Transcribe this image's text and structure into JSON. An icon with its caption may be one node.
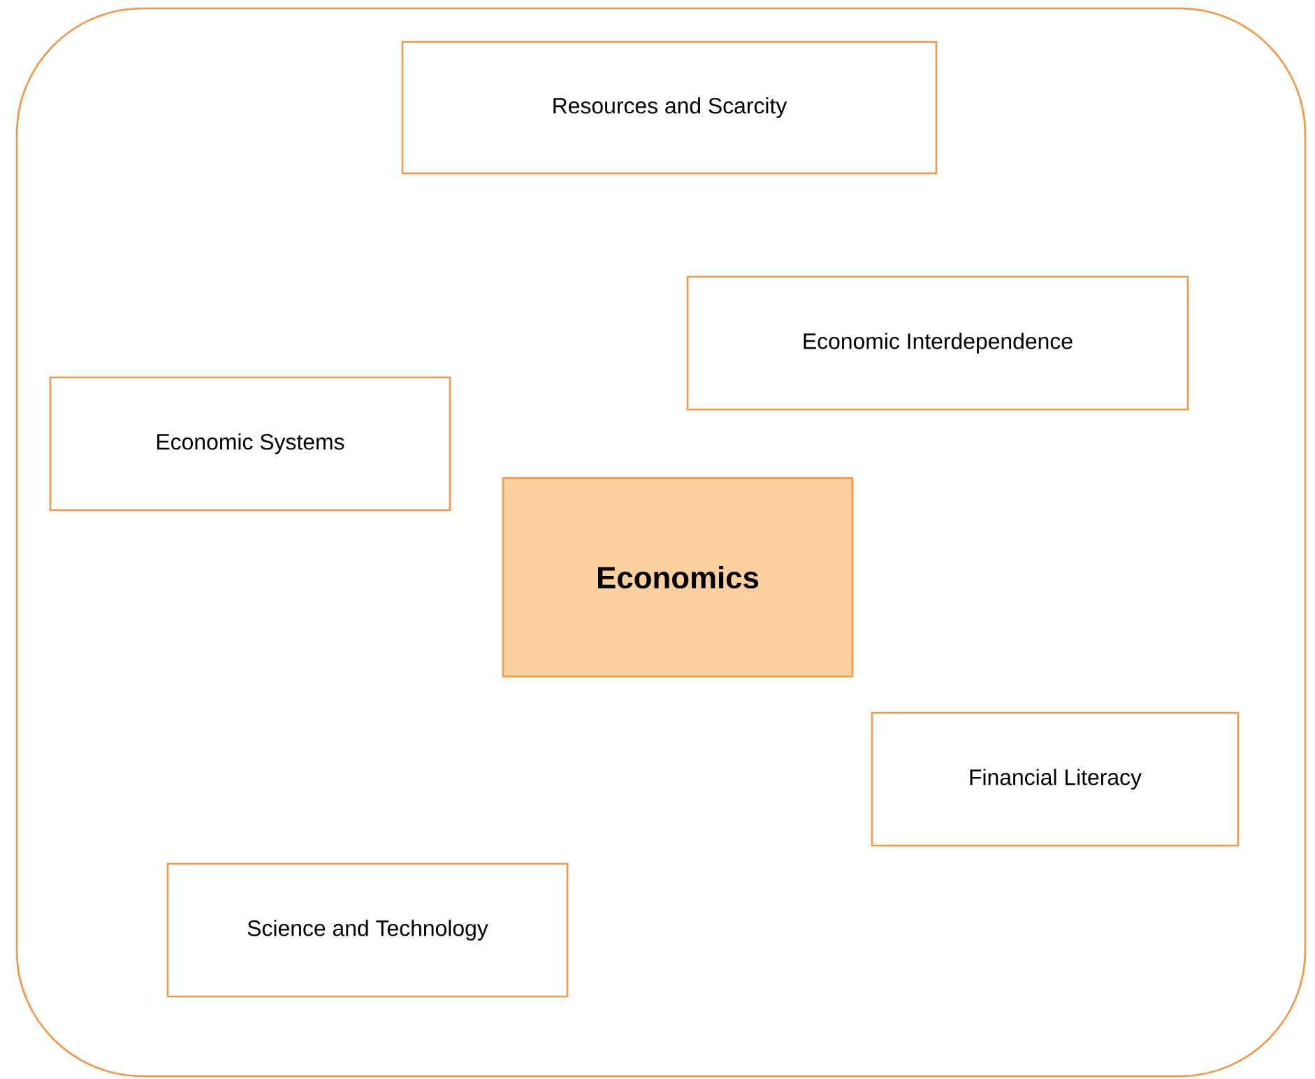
{
  "diagram": {
    "nodes": [
      {
        "text": [],
        "shape": "box"
      },
      {
        "text": [
          "Resources and Scarcity"
        ],
        "in": 0
      },
      {
        "text": [
          "Economic Interdependence"
        ],
        "in": 0
      },
      {
        "text": [
          "Economic Systems"
        ],
        "in": 0
      },
      {
        "text": [
          "Economics"
        ],
        "in": 0
      },
      {
        "text": [
          "Financial Literacy"
        ],
        "in": 0
      },
      {
        "text": [
          "Science and Technology"
        ],
        "in": 0
      }
    ]
  }
}
